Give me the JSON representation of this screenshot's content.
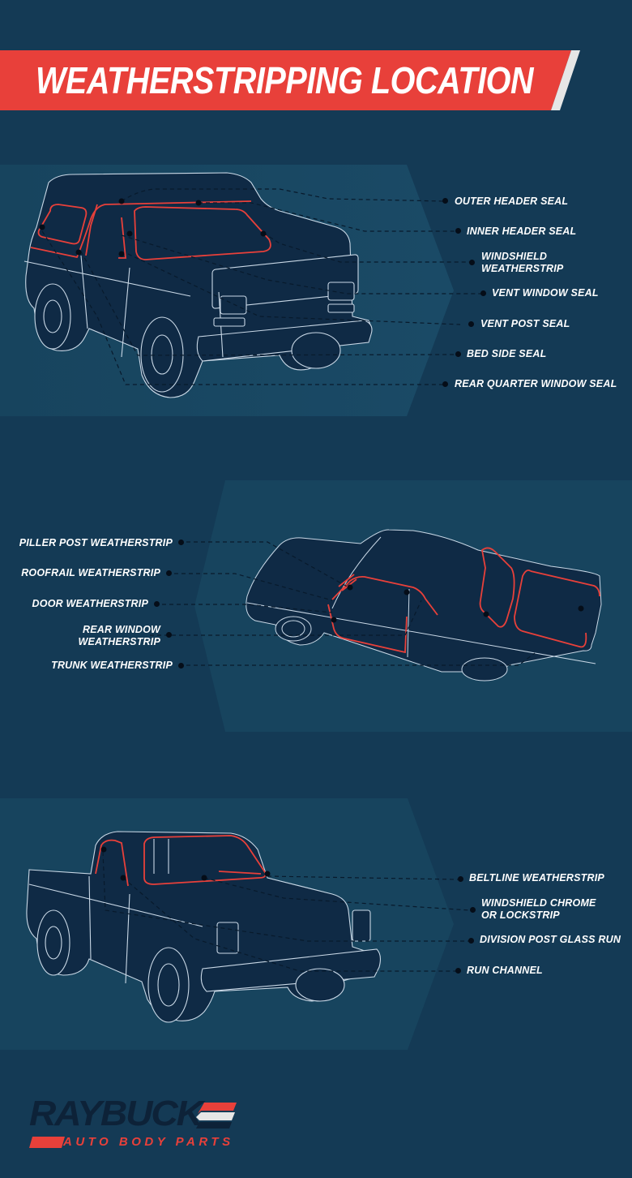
{
  "title": "WEATHERSTRIPPING LOCATION",
  "colors": {
    "background": "#143a55",
    "panel": "#17445e",
    "banner_red": "#e8403a",
    "banner_stripe": "#e6e6e6",
    "vehicle_fill": "#0f2a45",
    "vehicle_outline": "#c9d8e6",
    "seal_highlight": "#e8403a",
    "callout_dot": "#050d18",
    "label_text": "#ffffff"
  },
  "diagrams": [
    {
      "vehicle": "suv-truck",
      "labels": [
        {
          "text": "OUTER HEADER SEAL"
        },
        {
          "text": "INNER HEADER SEAL"
        },
        {
          "text": "WINDSHIELD",
          "text2": "WEATHERSTRIP"
        },
        {
          "text": "VENT WINDOW SEAL"
        },
        {
          "text": "VENT POST SEAL"
        },
        {
          "text": "BED SIDE SEAL"
        },
        {
          "text": "REAR QUARTER WINDOW SEAL"
        }
      ]
    },
    {
      "vehicle": "sedan",
      "labels": [
        {
          "text": "PILLER POST WEATHERSTRIP"
        },
        {
          "text": "ROOFRAIL WEATHERSTRIP"
        },
        {
          "text": "DOOR WEATHERSTRIP"
        },
        {
          "text": "REAR WINDOW",
          "text2": "WEATHERSTRIP"
        },
        {
          "text": "TRUNK WEATHERSTRIP"
        }
      ]
    },
    {
      "vehicle": "pickup-truck",
      "labels": [
        {
          "text": "BELTLINE WEATHERSTRIP"
        },
        {
          "text": "WINDSHIELD CHROME",
          "text2": "OR LOCKSTRIP"
        },
        {
          "text": "DIVISION POST GLASS RUN"
        },
        {
          "text": "RUN CHANNEL"
        }
      ]
    }
  ],
  "logo": {
    "name": "RAYBUCK",
    "subtitle": "AUTO BODY PARTS"
  }
}
